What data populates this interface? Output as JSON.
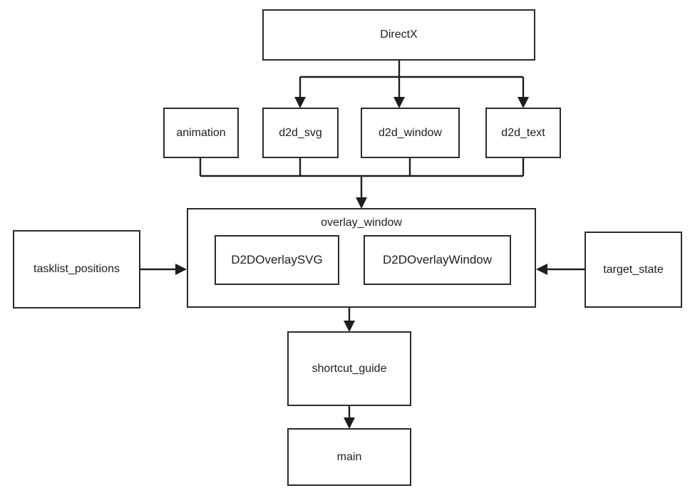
{
  "diagram": {
    "title": "DirectX module dependency diagram",
    "background_color": "#ffffff",
    "line_color": "#1d1d1d",
    "box_border_color": "#2b2b2b",
    "text_color": "#202020",
    "nodes": [
      {
        "id": "directx",
        "label": "DirectX"
      },
      {
        "id": "animation",
        "label": "animation"
      },
      {
        "id": "d2d_svg",
        "label": "d2d_svg"
      },
      {
        "id": "d2d_window",
        "label": "d2d_window"
      },
      {
        "id": "d2d_text",
        "label": "d2d_text"
      },
      {
        "id": "overlay_window",
        "label": "overlay_window"
      },
      {
        "id": "d2d_overlay_svg",
        "label": "D2DOverlaySVG"
      },
      {
        "id": "d2d_overlay_window",
        "label": "D2DOverlayWindow"
      },
      {
        "id": "tasklist_positions",
        "label": "tasklist_positions"
      },
      {
        "id": "target_state",
        "label": "target_state"
      },
      {
        "id": "shortcut_guide",
        "label": "shortcut_guide"
      },
      {
        "id": "main",
        "label": "main"
      }
    ],
    "edges": [
      {
        "from": "directx",
        "to": "d2d_svg"
      },
      {
        "from": "directx",
        "to": "d2d_window"
      },
      {
        "from": "directx",
        "to": "d2d_text"
      },
      {
        "from": "animation",
        "to": "overlay_window"
      },
      {
        "from": "d2d_svg",
        "to": "overlay_window"
      },
      {
        "from": "d2d_window",
        "to": "overlay_window"
      },
      {
        "from": "d2d_text",
        "to": "overlay_window"
      },
      {
        "from": "tasklist_positions",
        "to": "overlay_window"
      },
      {
        "from": "target_state",
        "to": "overlay_window"
      },
      {
        "from": "overlay_window",
        "to": "shortcut_guide"
      },
      {
        "from": "shortcut_guide",
        "to": "main"
      }
    ]
  }
}
